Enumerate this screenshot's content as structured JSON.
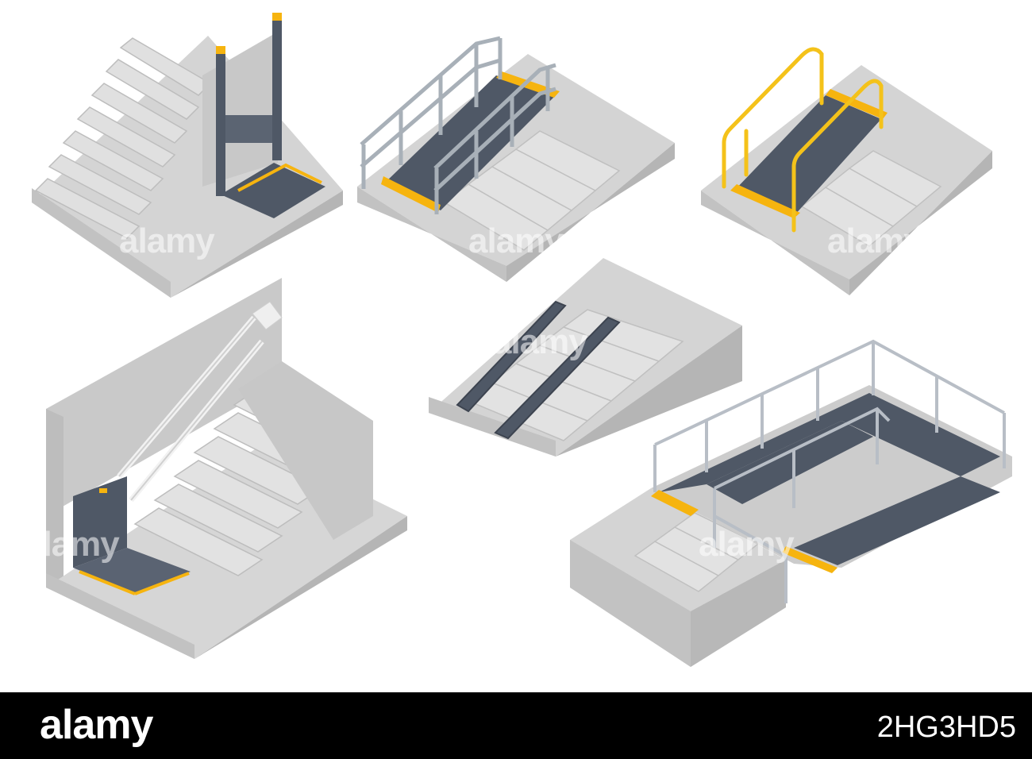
{
  "illustrations": [
    {
      "name": "vertical-platform-lift"
    },
    {
      "name": "inclined-ramp-gray-railing"
    },
    {
      "name": "inclined-ramp-yellow-railing"
    },
    {
      "name": "stair-platform-lift-wall"
    },
    {
      "name": "portable-track-ramps"
    },
    {
      "name": "switchback-ramp"
    }
  ],
  "watermark": {
    "text": "alamy"
  },
  "footer": {
    "logo": "alamy",
    "image_code": "2HG3HD5"
  },
  "colors": {
    "concrete_top": "#d4d4d4",
    "concrete_side": "#c2c2c2",
    "concrete_front": "#b4b4b4",
    "ramp_dark": "#4f5866",
    "rail_gray": "#a8b0b8",
    "rail_yellow": "#f4c21a",
    "accent_yellow": "#f6b40f",
    "background": "#ffffff",
    "footer_bg": "#000000"
  }
}
